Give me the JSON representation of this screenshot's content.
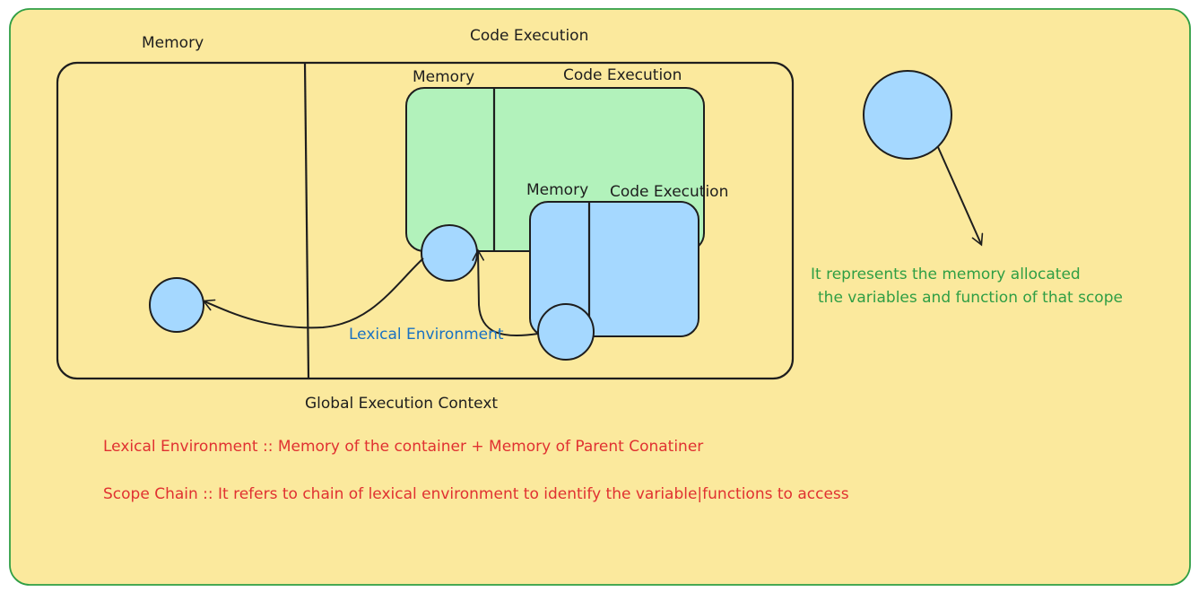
{
  "colors": {
    "board_fill": "#fbe99d",
    "board_stroke": "#2f9e44",
    "green_box": "#b2f2bb",
    "blue_box": "#a5d8ff",
    "ink": "#1e1e1e",
    "blue_text": "#1971c2",
    "green_text": "#2f9e44",
    "red_text": "#e03131"
  },
  "global_context": {
    "memory_label": "Memory",
    "code_label": "Code Execution",
    "caption": "Global Execution Context"
  },
  "inner_context": {
    "memory_label": "Memory",
    "code_label": "Code Execution"
  },
  "innermost_context": {
    "memory_label": "Memory",
    "code_label": "Code Execution"
  },
  "lexical_env_label": "Lexical Environment",
  "legend": {
    "line1": "It represents the memory allocated",
    "line2": "the variables and function of that scope"
  },
  "definitions": {
    "lexical": "Lexical Environment  :: Memory of the container + Memory of Parent Conatiner",
    "scope_chain": "Scope Chain :: It refers to chain of lexical environment to identify the variable|functions to access"
  }
}
